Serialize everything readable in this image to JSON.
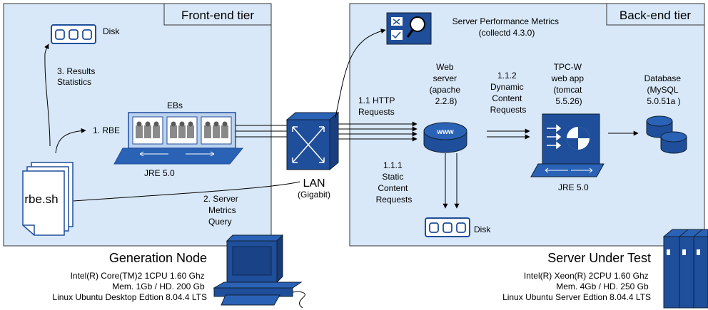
{
  "front_end": {
    "tier_label": "Front-end tier",
    "disk_label": "Disk",
    "results_label": [
      "3. Results",
      "Statistics"
    ],
    "rbe_label": "1. RBE",
    "ebs_label": "EBs",
    "jre_label": "JRE 5.0",
    "script_label": "rbe.sh",
    "server_metrics_label": [
      "2. Server",
      "Metrics",
      "Query"
    ]
  },
  "lan": {
    "label": "LAN",
    "sublabel": "(Gigabit)"
  },
  "back_end": {
    "tier_label": "Back-end tier",
    "metrics_label": [
      "Server Performance Metrics",
      "(collectd 4.3.0)"
    ],
    "web_server_label": [
      "Web",
      "server",
      "(apache",
      "2.2.8)"
    ],
    "http_requests_label": [
      "1.1 HTTP",
      "Requests"
    ],
    "dynamic_label": [
      "1.1.2",
      "Dynamic",
      "Content",
      "Requests"
    ],
    "static_label": [
      "1.1.1",
      "Static",
      "Content",
      "Requests"
    ],
    "tpcw_label": [
      "TPC-W",
      "web app",
      "(tomcat",
      "5.5.26)"
    ],
    "database_label": [
      "Database",
      "(MySQL",
      "5.0.51a )"
    ],
    "jre_label": "JRE 5.0",
    "disk_label": "Disk",
    "www_label": "www"
  },
  "generation_node": {
    "title": "Generation Node",
    "specs": [
      "Intel(R) Core(TM)2 1CPU 1.60 Ghz",
      "Mem. 1Gb / HD. 200 Gb",
      "Linux Ubuntu Desktop Edtion 8.04.4 LTS"
    ]
  },
  "server_under_test": {
    "title": "Server Under Test",
    "specs": [
      "Intel(R) Xeon(R) 2CPU 1.60 Ghz",
      "Mem. 4Gb / HD. 250 Gb",
      "Linux Ubuntu Server Edtion 8.04.4 LTS"
    ]
  },
  "colors": {
    "tier_fill": "#d8e8f8",
    "node_blue": "#1f4e9a",
    "icon_blue": "#2a62b5",
    "light_blue": "#bcd2ee"
  }
}
